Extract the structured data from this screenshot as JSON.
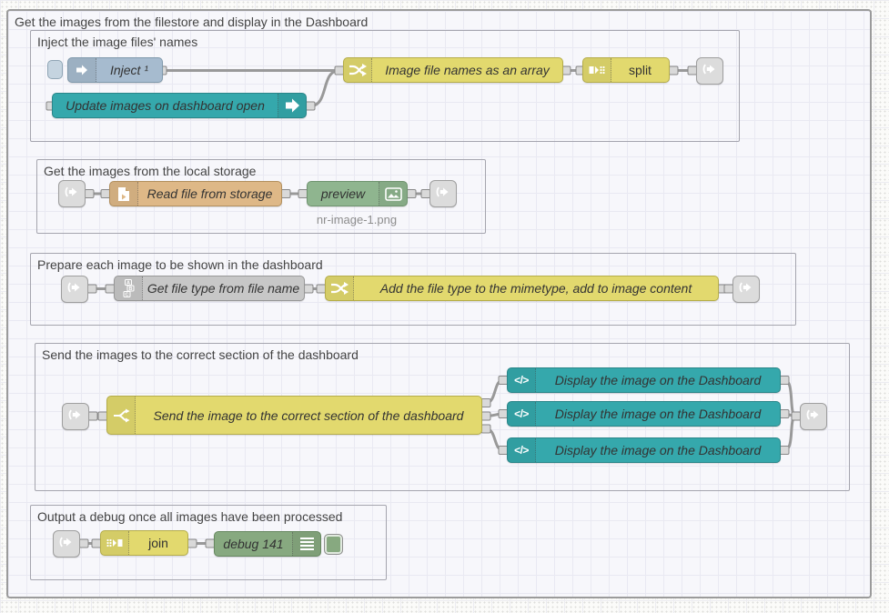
{
  "flow": {
    "outer_group_label": "Get the images from the filestore and display in the Dashboard",
    "groups": {
      "inject": "Inject the image files' names",
      "storage": "Get the images from the local storage",
      "prepare": "Prepare each image to be shown in the dashboard",
      "send": "Send the images to the correct section of the dashboard",
      "output": "Output a debug once all images have been processed"
    },
    "nodes": {
      "inject": "Inject ¹",
      "ui_control": "Update images on dashboard open",
      "fn_array": "Image file names as an array",
      "split": "split",
      "file_in": "Read file from storage",
      "preview": "preview",
      "preview_status": "nr-image-1.png",
      "string": "Get file type from file name",
      "fn_mime": "Add the file type to the mimetype, add to image content",
      "switch": "Send the image to the correct section of the dashboard",
      "display1": "Display the image on the Dashboard",
      "display2": "Display the image on the Dashboard",
      "display3": "Display the image on the Dashboard",
      "join": "join",
      "debug": "debug 141"
    },
    "icons": {
      "code_glyph": "</>",
      "names": [
        "inject-icon",
        "arrow-right-icon",
        "shuffle-icon",
        "split-icon",
        "join-icon",
        "link-icon",
        "file-in-icon",
        "image-icon",
        "abc-icon",
        "fork-icon",
        "code-icon",
        "debug-list-icon"
      ]
    },
    "colors": {
      "inject_blue": "#a6bbcf",
      "dashboard_teal": "#35a8ac",
      "function_yellow": "#e2d96e",
      "file_tan": "#deb887",
      "string_grey": "#c7c7c7",
      "preview_green": "#8fb58f",
      "debug_green": "#87a980",
      "link_grey": "#dcdcdc",
      "wire_grey": "#999999"
    }
  }
}
